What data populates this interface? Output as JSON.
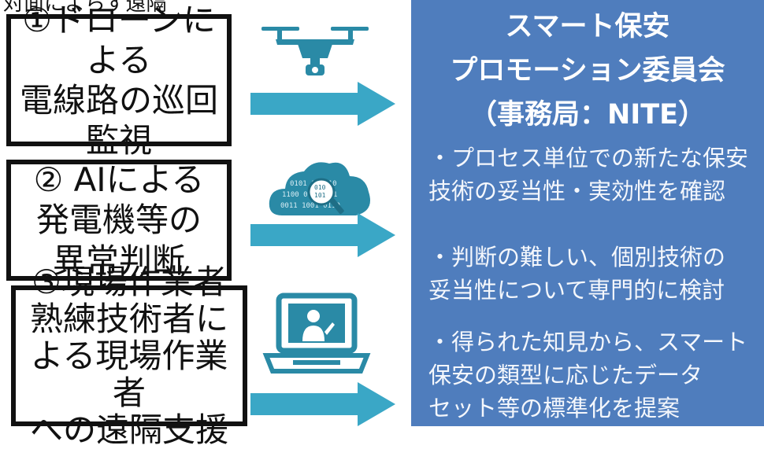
{
  "header_fragment": "対面によらず遠隔",
  "boxes": [
    {
      "lines": [
        "①ドローンによる",
        "電線路の巡回",
        "監視"
      ]
    },
    {
      "lines": [
        "② AIによる",
        "発電機等の",
        "異常判断"
      ]
    },
    {
      "lines": [
        "③現場作業者",
        "熟練技術者に",
        "よる現場作業者",
        "への遠隔支援"
      ]
    }
  ],
  "icons": [
    "drone-icon",
    "cloud-data-search-icon",
    "laptop-remote-support-icon"
  ],
  "panel": {
    "title_lines": [
      "スマート保安",
      "プロモーション委員会",
      "（事務局：NITE）"
    ],
    "bullets": [
      {
        "lines": [
          "・プロセス単位での新たな保安",
          "技術の妥当性・実効性を確認"
        ]
      },
      {
        "lines": [
          "・判断の難しい、個別技術の",
          "妥当性について専門的に検討"
        ]
      },
      {
        "lines": [
          "・得られた知見から、スマート",
          "保安の類型に応じたデータ",
          "セット等の標準化を提案"
        ]
      }
    ]
  },
  "colors": {
    "panel": "#4f7dbd",
    "icon": "#2a8aa6",
    "arrow": "#3aa7c6",
    "border": "#111111"
  }
}
